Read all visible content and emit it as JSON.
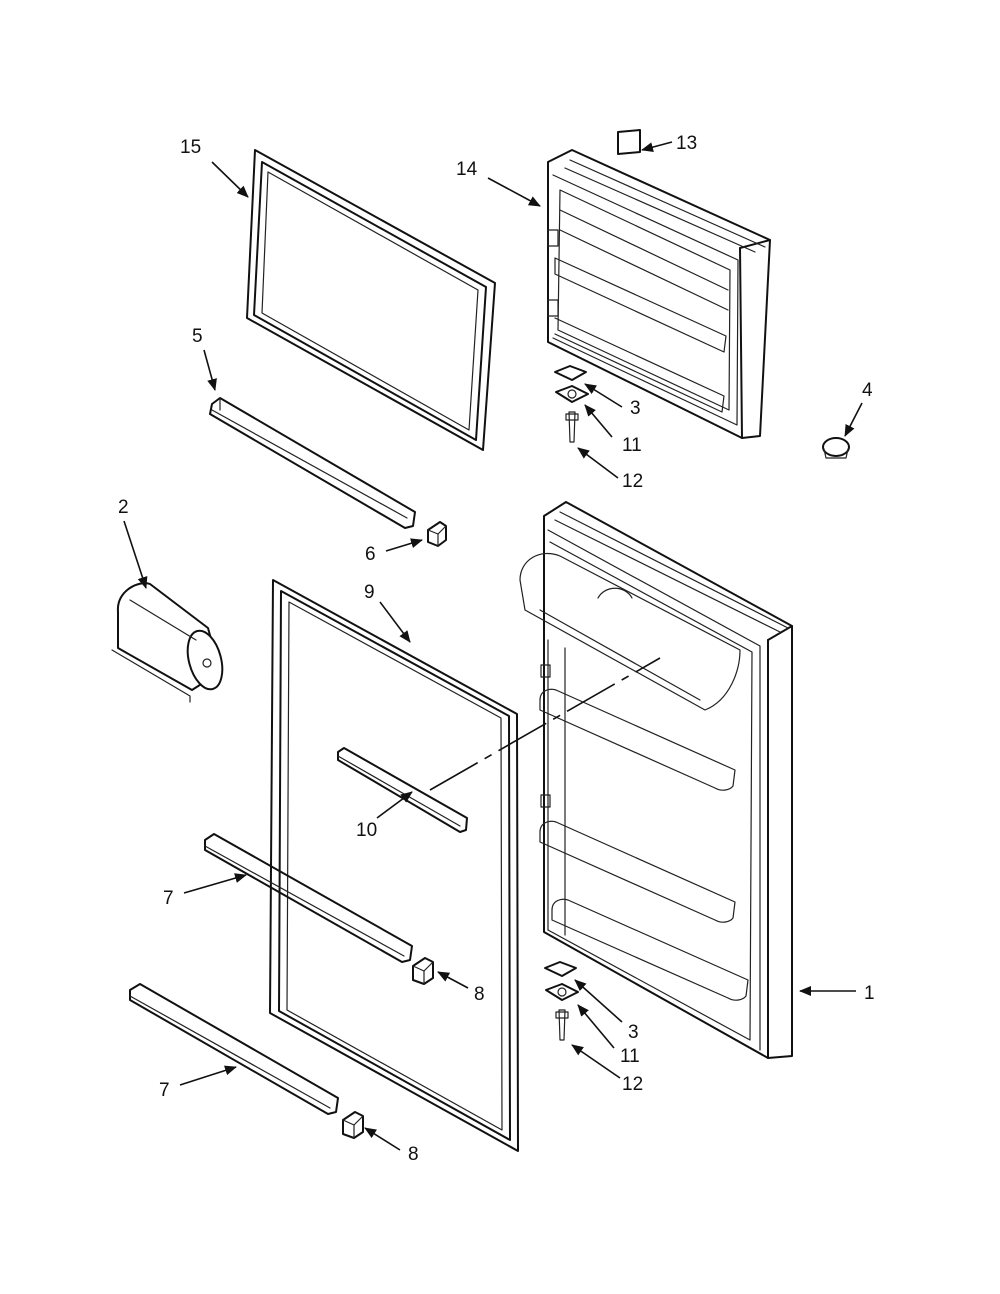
{
  "callouts": [
    {
      "id": "c15",
      "label": "15"
    },
    {
      "id": "c14",
      "label": "14"
    },
    {
      "id": "c13",
      "label": "13"
    },
    {
      "id": "c5",
      "label": "5"
    },
    {
      "id": "c4",
      "label": "4"
    },
    {
      "id": "c3a",
      "label": "3"
    },
    {
      "id": "c11a",
      "label": "11"
    },
    {
      "id": "c12a",
      "label": "12"
    },
    {
      "id": "c2",
      "label": "2"
    },
    {
      "id": "c6",
      "label": "6"
    },
    {
      "id": "c9",
      "label": "9"
    },
    {
      "id": "c10",
      "label": "10"
    },
    {
      "id": "c7a",
      "label": "7"
    },
    {
      "id": "c8a",
      "label": "8"
    },
    {
      "id": "c7b",
      "label": "7"
    },
    {
      "id": "c8b",
      "label": "8"
    },
    {
      "id": "c1",
      "label": "1"
    },
    {
      "id": "c3b",
      "label": "3"
    },
    {
      "id": "c11b",
      "label": "11"
    },
    {
      "id": "c12b",
      "label": "12"
    }
  ]
}
